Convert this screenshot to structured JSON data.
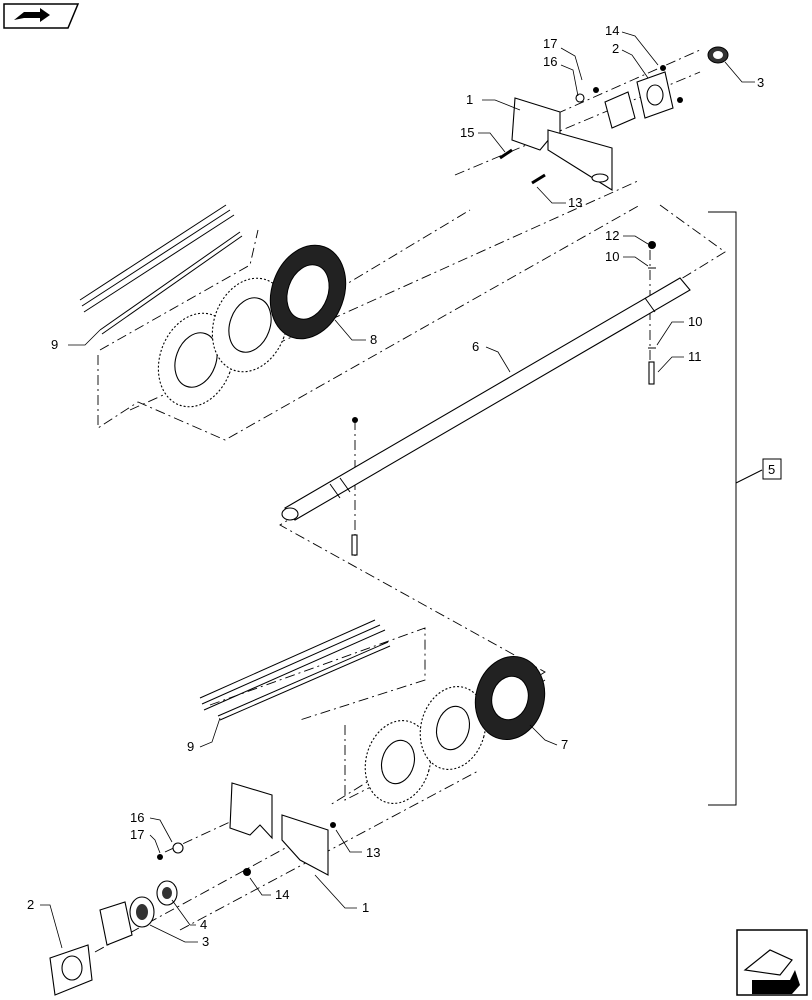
{
  "icons": {
    "top_left": "book-arrow-icon",
    "bottom_right": "next-page-arrow-icon"
  },
  "callouts": {
    "c1a": "1",
    "c1b": "1",
    "c2a": "2",
    "c2b": "2",
    "c3a": "3",
    "c3b": "3",
    "c4": "4",
    "c5": "5",
    "c6": "6",
    "c7": "7",
    "c8": "8",
    "c9a": "9",
    "c9b": "9",
    "c10a": "10",
    "c10b": "10",
    "c11": "11",
    "c12": "12",
    "c13a": "13",
    "c13b": "13",
    "c14a": "14",
    "c14b": "14",
    "c15": "15",
    "c16a": "16",
    "c16b": "16",
    "c17a": "17",
    "c17b": "17"
  }
}
